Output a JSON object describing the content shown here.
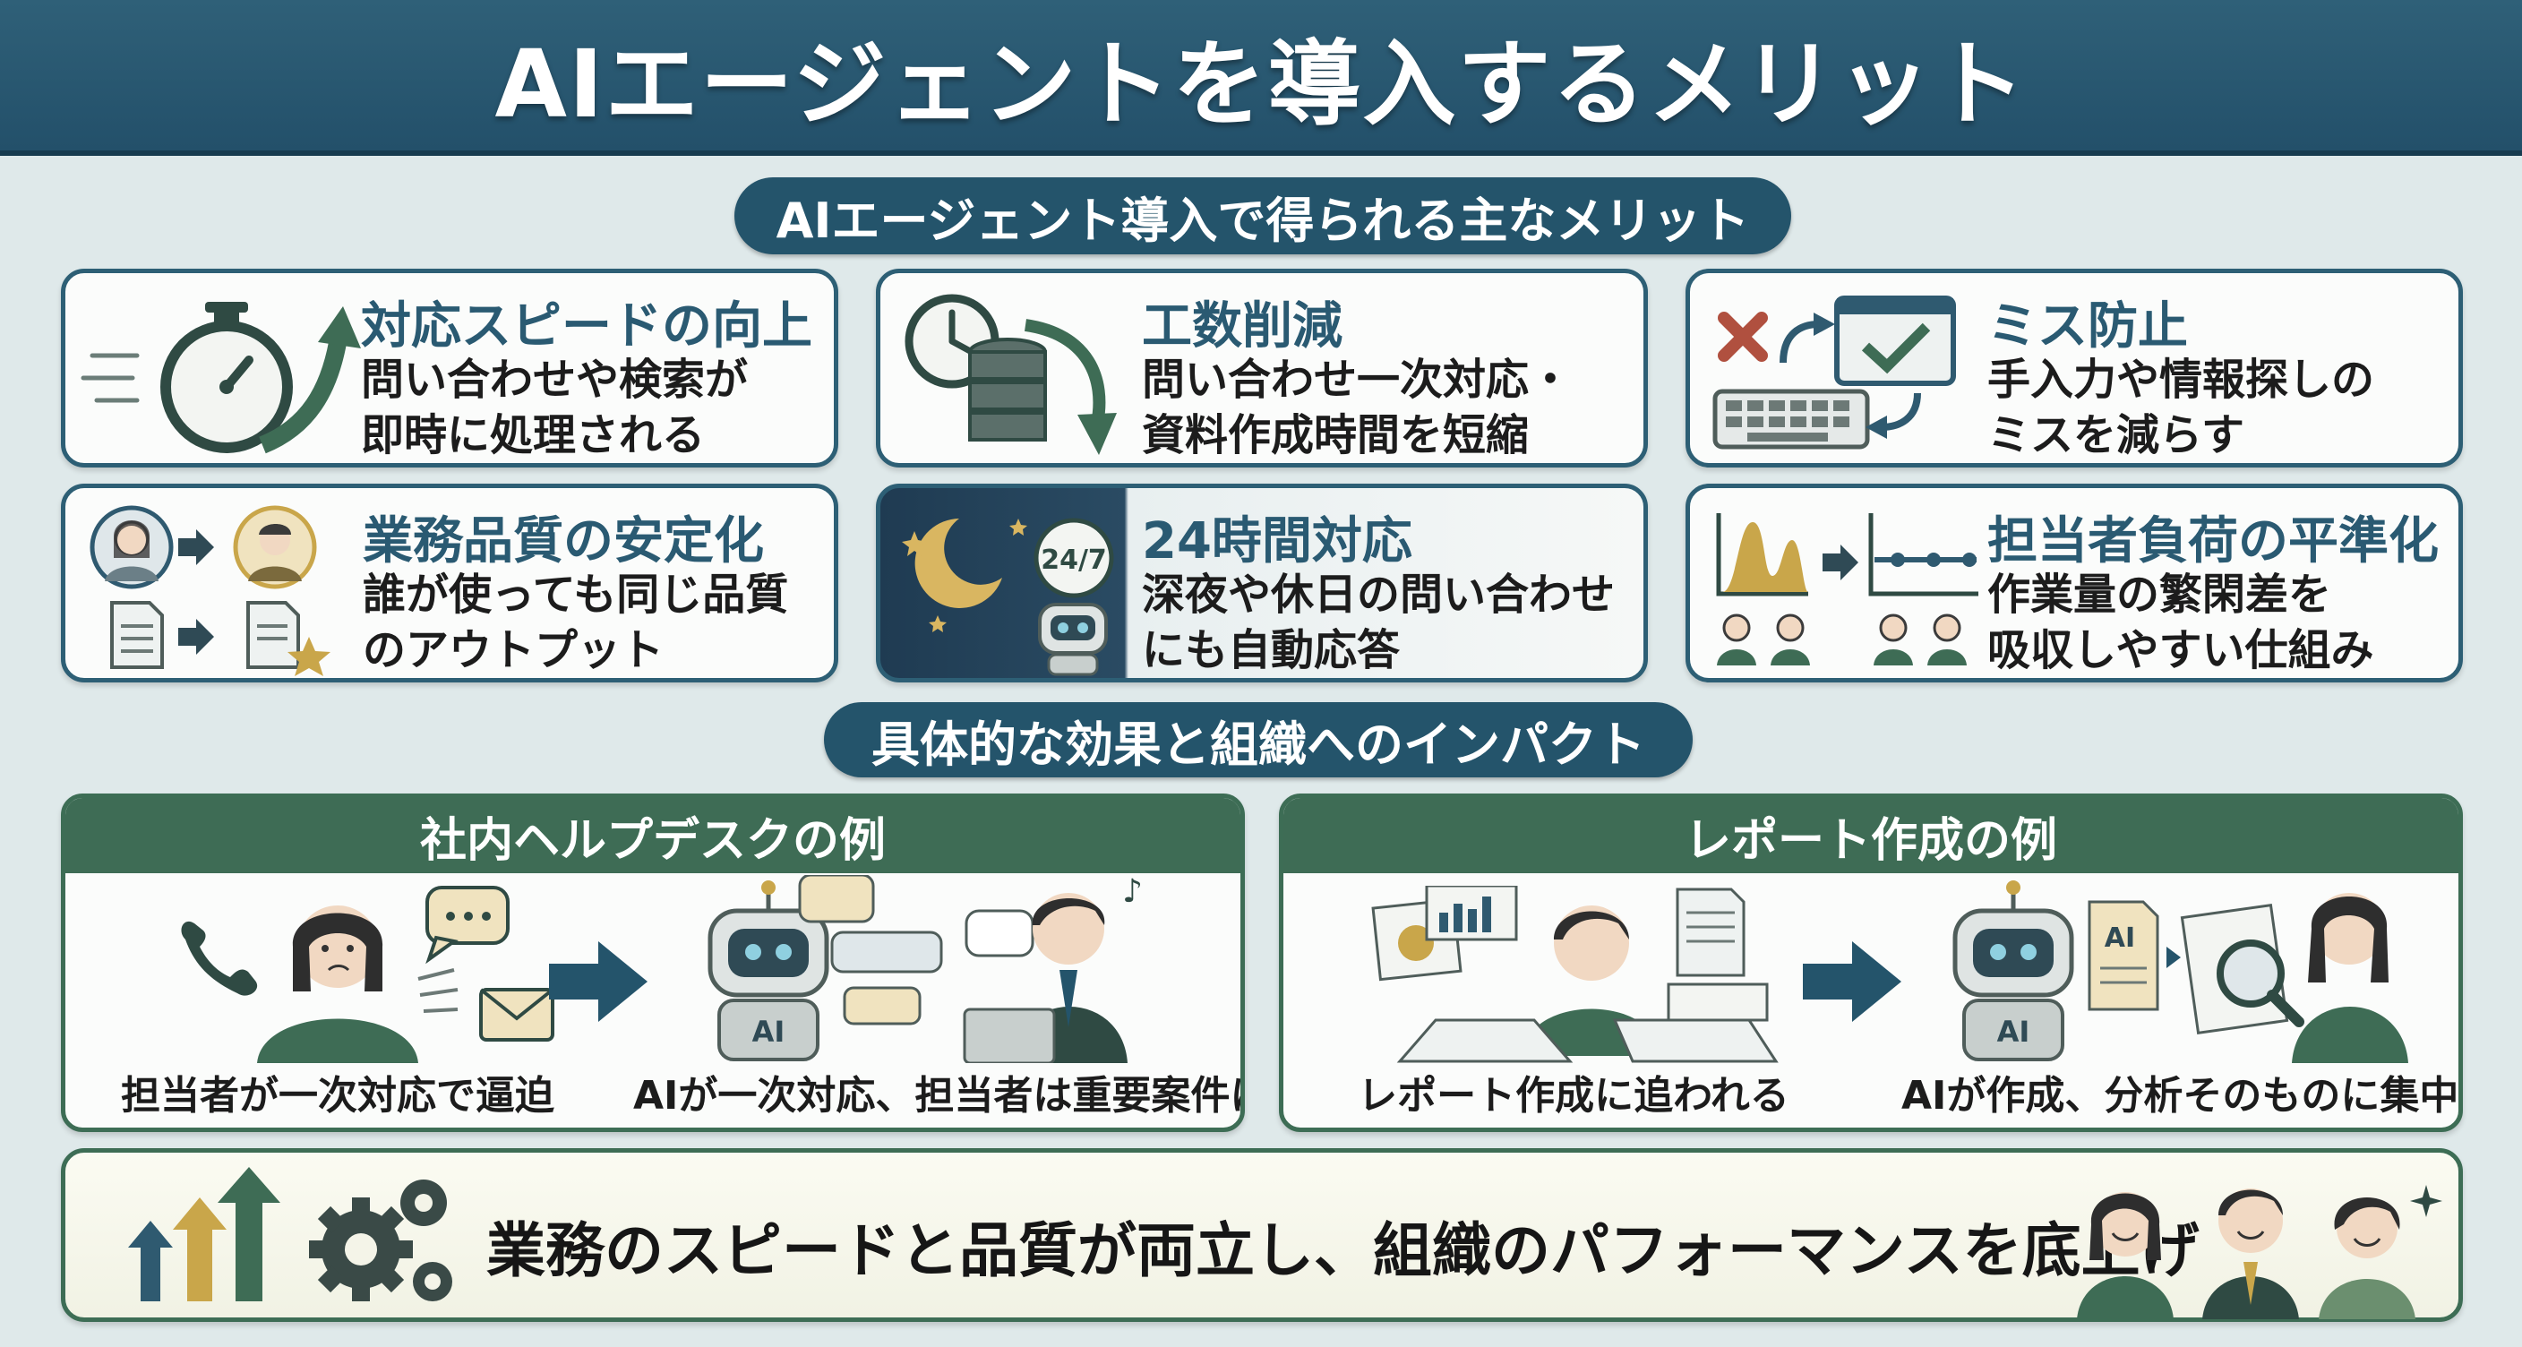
{
  "header": {
    "title": "AIエージェントを導入するメリット"
  },
  "benefits_section": {
    "heading": "AIエージェント導入で得られる主なメリット"
  },
  "benefits": [
    {
      "title": "対応スピードの向上",
      "desc": "問い合わせや検索が\n即時に処理される",
      "icon": "stopwatch-arrow-icon"
    },
    {
      "title": "工数削減",
      "desc": "問い合わせ一次対応・\n資料作成時間を短縮",
      "icon": "clock-database-icon"
    },
    {
      "title": "ミス防止",
      "desc": "手入力や情報探しの\nミスを減らす",
      "icon": "keyboard-check-icon"
    },
    {
      "title": "業務品質の安定化",
      "desc": "誰が使っても同じ品質\nのアウトプット",
      "icon": "people-documents-icon"
    },
    {
      "title": "24時間対応",
      "desc": "深夜や休日の問い合わせ\nにも自動応答",
      "icon": "moon-robot-icon",
      "badge": "24/7"
    },
    {
      "title": "担当者負荷の平準化",
      "desc": "作業量の繁閑差を\n吸収しやすい仕組み",
      "icon": "workload-chart-icon"
    }
  ],
  "impact_section": {
    "heading": "具体的な効果と組織へのインパクト"
  },
  "examples": [
    {
      "title": "社内ヘルプデスクの例",
      "before": "担当者が一次対応で逼迫",
      "after": "AIが一次対応、担当者は重要案件に集中",
      "robot_label": "AI"
    },
    {
      "title": "レポート作成の例",
      "before": "レポート作成に追われる",
      "after": "AIが作成、分析そのものに集中",
      "robot_label": "AI",
      "doc_label": "AI"
    }
  ],
  "bottom": {
    "text": "業務のスピードと品質が両立し、組織のパフォーマンスを底上げ"
  },
  "colors": {
    "header": "#23506a",
    "accent_green": "#3e6c55",
    "title_blue": "#2a5a72",
    "gold": "#c9a64a"
  }
}
